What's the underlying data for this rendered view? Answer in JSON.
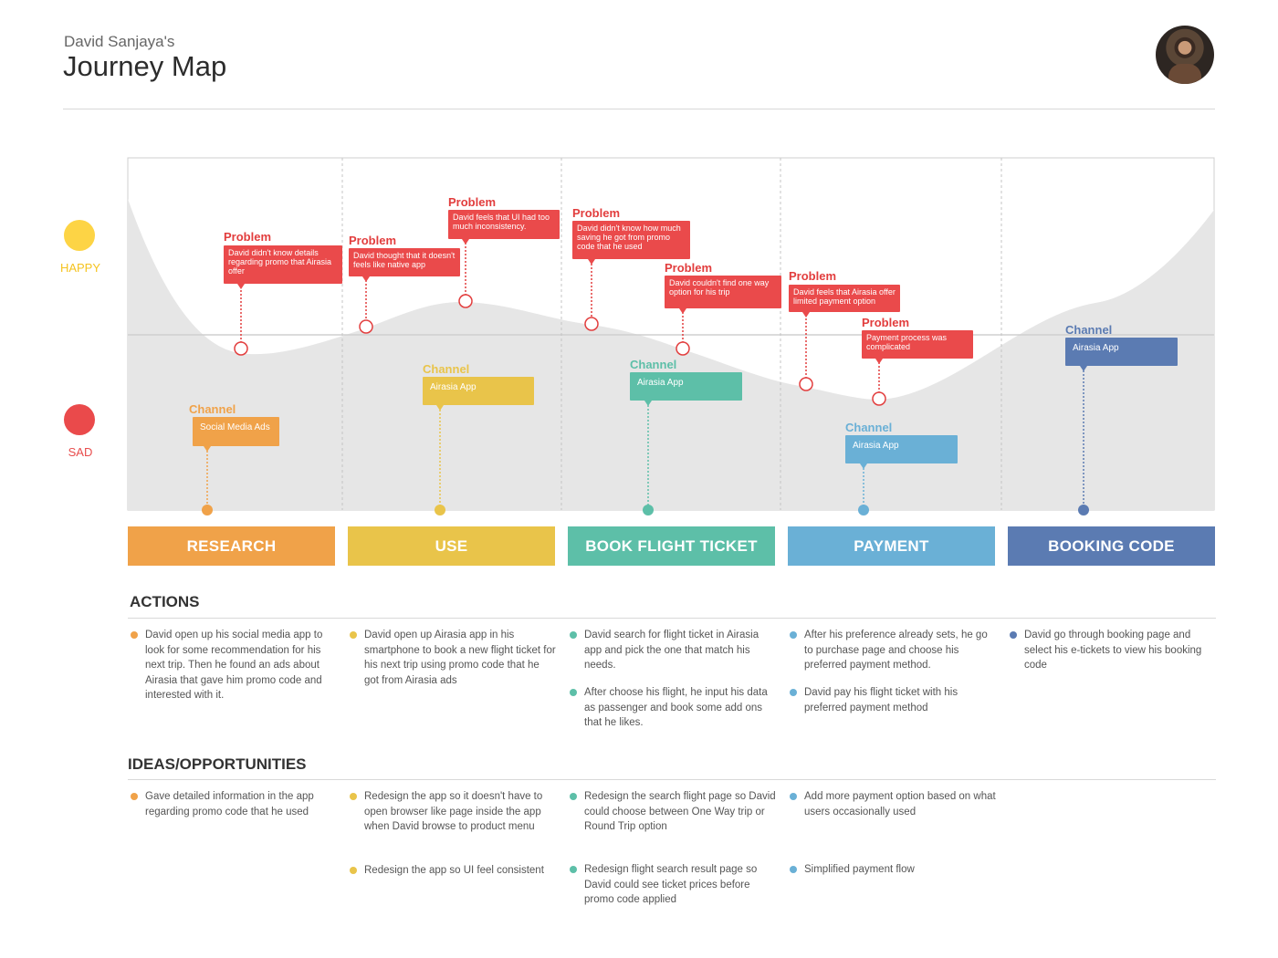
{
  "header": {
    "subtitle": "David Sanjaya's",
    "title": "Journey Map"
  },
  "mood": {
    "happy": "HAPPY",
    "sad": "SAD"
  },
  "colors": {
    "research": "#f0a249",
    "use": "#e9c44a",
    "book": "#5dbfa8",
    "payment": "#6ab0d6",
    "booking": "#5b7bb2",
    "problem": "#ea4a4b"
  },
  "stages": [
    {
      "label": "RESEARCH",
      "color": "#f0a249"
    },
    {
      "label": "USE",
      "color": "#e9c44a"
    },
    {
      "label": "BOOK FLIGHT TICKET",
      "color": "#5dbfa8"
    },
    {
      "label": "PAYMENT",
      "color": "#6ab0d6"
    },
    {
      "label": "BOOKING CODE",
      "color": "#5b7bb2"
    }
  ],
  "problems": [
    {
      "title": "Problem",
      "text": "David didn't know details regarding promo that Airasia offer"
    },
    {
      "title": "Problem",
      "text": "David thought that it doesn't feels like native app"
    },
    {
      "title": "Problem",
      "text": "David feels that UI had too much inconsistency."
    },
    {
      "title": "Problem",
      "text": "David didn't know how much saving he got from promo code that he used"
    },
    {
      "title": "Problem",
      "text": "David couldn't find one way option for his trip"
    },
    {
      "title": "Problem",
      "text": "David feels that Airasia offer limited payment option"
    },
    {
      "title": "Problem",
      "text": "Payment process was complicated"
    }
  ],
  "channels": [
    {
      "title": "Channel",
      "text": "Social Media Ads"
    },
    {
      "title": "Channel",
      "text": "Airasia App"
    },
    {
      "title": "Channel",
      "text": "Airasia App"
    },
    {
      "title": "Channel",
      "text": "Airasia App"
    },
    {
      "title": "Channel",
      "text": "Airasia App"
    }
  ],
  "actions": {
    "title": "ACTIONS",
    "research": [
      "David open up his social media app to look for some recommendation for his next trip. Then he found an ads about Airasia that gave him promo code and interested with it."
    ],
    "use": [
      "David open up Airasia app in his smartphone to book a new flight ticket for his next trip using promo code that he got from Airasia ads"
    ],
    "book": [
      "David search for flight ticket in Airasia app and pick the one that match his needs.",
      "After choose his flight, he input his data as passenger and book some add ons that he likes."
    ],
    "payment": [
      "After his preference already sets, he go to purchase page and choose his preferred payment method.",
      "David pay his flight ticket with his preferred payment method"
    ],
    "booking": [
      "David go through booking page and select his e-tickets to view his booking code"
    ]
  },
  "ideas": {
    "title": "IDEAS/OPPORTUNITIES",
    "research": [
      "Gave detailed information in the app regarding promo code that he used"
    ],
    "use": [
      "Redesign the app so it doesn't have to open browser like page inside the app when David browse to product menu",
      "Redesign the app so UI feel consistent"
    ],
    "book": [
      "Redesign the search flight page so David could choose between One Way trip or Round Trip option",
      "Redesign flight search result page so David could see ticket prices before promo code applied"
    ],
    "payment": [
      "Add more payment option based on what users occasionally used",
      "Simplified payment flow"
    ]
  }
}
